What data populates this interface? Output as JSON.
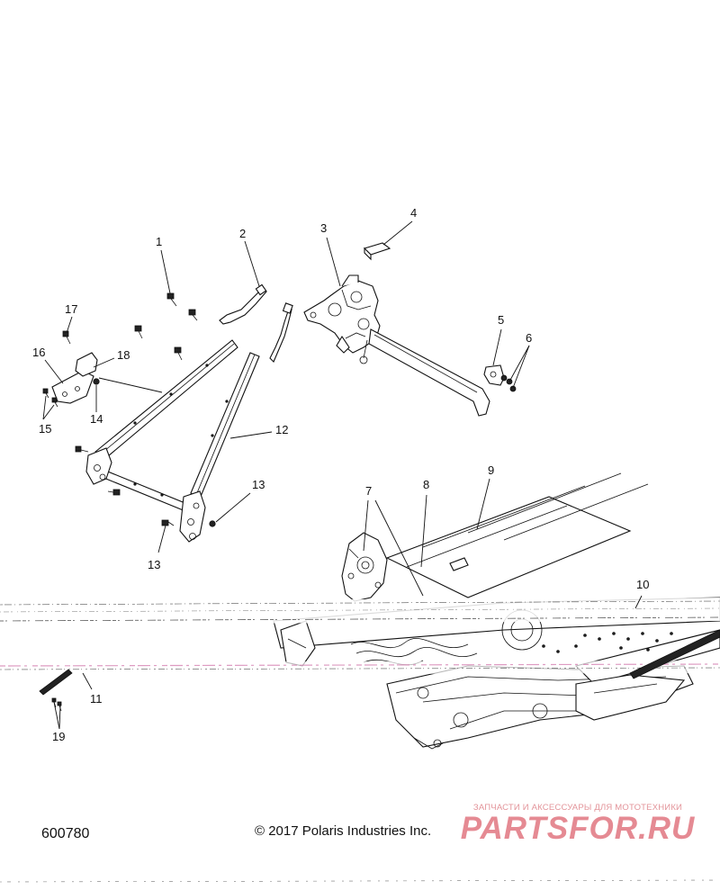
{
  "diagram": {
    "callouts": [
      "1",
      "2",
      "3",
      "4",
      "5",
      "6",
      "7",
      "8",
      "9",
      "10",
      "11",
      "12",
      "13",
      "13",
      "14",
      "15",
      "16",
      "17",
      "18",
      "19"
    ]
  },
  "footer": {
    "diagram_number": "600780",
    "copyright": "© 2017 Polaris Industries Inc."
  },
  "watermark": {
    "tagline": "ЗАПЧАСТИ И АКСЕССУАРЫ ДЛЯ МОТОТЕХНИКИ",
    "logo": "PARTSFOR.RU"
  },
  "colors": {
    "ink": "#111111",
    "watermark": "#e58a93",
    "scan_streak": "#d070a8"
  }
}
